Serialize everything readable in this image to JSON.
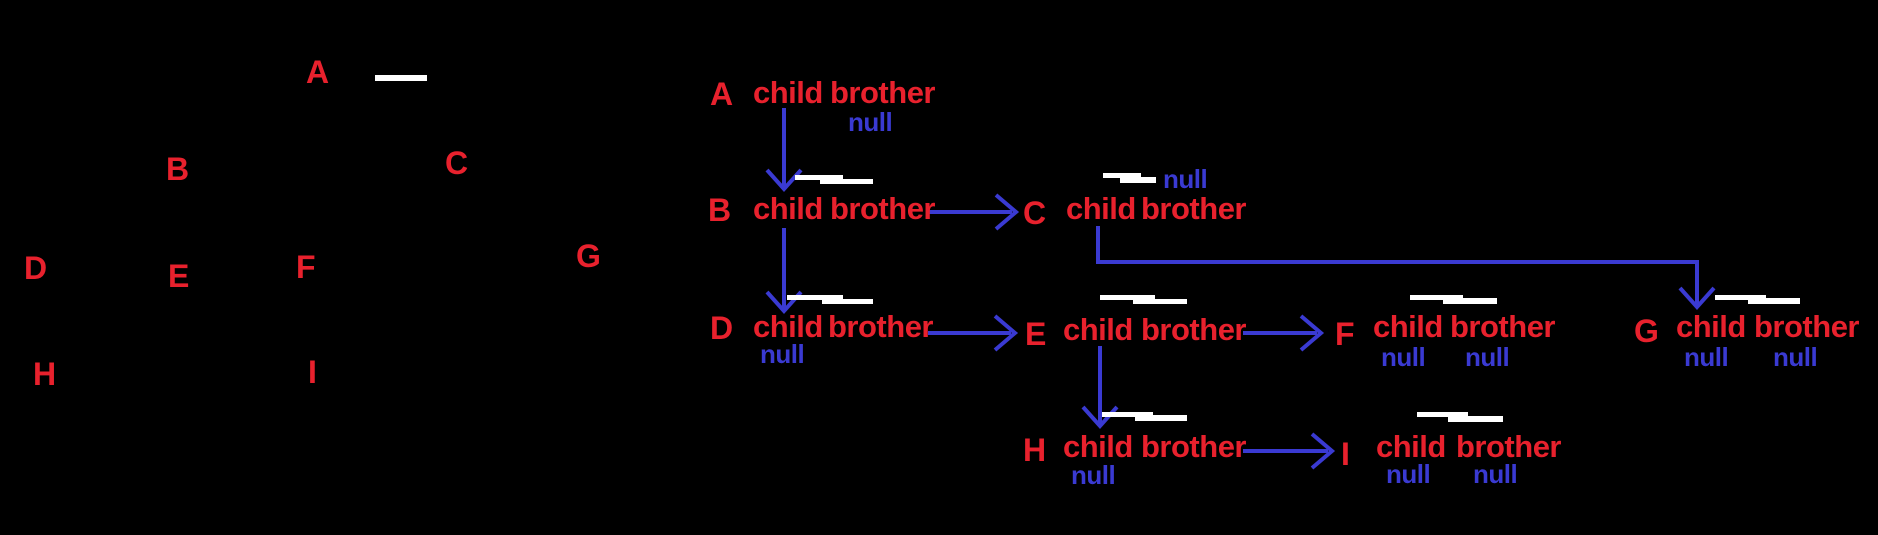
{
  "colors": {
    "red": "#e8212d",
    "blue": "#3a3ad2",
    "white": "#ffffff",
    "bg": "#000000"
  },
  "left_tree": {
    "labels": [
      {
        "id": "A",
        "text": "A"
      },
      {
        "id": "B",
        "text": "B"
      },
      {
        "id": "C",
        "text": "C"
      },
      {
        "id": "D",
        "text": "D"
      },
      {
        "id": "E",
        "text": "E"
      },
      {
        "id": "F",
        "text": "F"
      },
      {
        "id": "G",
        "text": "G"
      },
      {
        "id": "H",
        "text": "H"
      },
      {
        "id": "I",
        "text": "I"
      }
    ]
  },
  "right": {
    "nodes": {
      "A": {
        "label": "A",
        "child_label": "child",
        "brother_label": "brother",
        "brother_null": "null"
      },
      "B": {
        "label": "B",
        "child_label": "child",
        "brother_label": "brother"
      },
      "C": {
        "label": "C",
        "child_label": "child",
        "brother_label": "brother",
        "brother_null": "null"
      },
      "D": {
        "label": "D",
        "child_label": "child",
        "brother_label": "brother",
        "child_null": "null"
      },
      "E": {
        "label": "E",
        "child_label": "child",
        "brother_label": "brother"
      },
      "F": {
        "label": "F",
        "child_label": "child",
        "brother_label": "brother",
        "child_null": "null",
        "brother_null": "null"
      },
      "G": {
        "label": "G",
        "child_label": "child",
        "brother_label": "brother",
        "child_null": "null",
        "brother_null": "null"
      },
      "H": {
        "label": "H",
        "child_label": "child",
        "brother_label": "brother",
        "child_null": "null"
      },
      "I": {
        "label": "I",
        "child_label": "child",
        "brother_label": "brother",
        "child_null": "null",
        "brother_null": "null"
      }
    },
    "links": [
      {
        "from": "A",
        "pointer": "child",
        "to": "B"
      },
      {
        "from": "B",
        "pointer": "child",
        "to": "D"
      },
      {
        "from": "B",
        "pointer": "brother",
        "to": "C"
      },
      {
        "from": "C",
        "pointer": "child",
        "to": "G"
      },
      {
        "from": "D",
        "pointer": "brother",
        "to": "E"
      },
      {
        "from": "E",
        "pointer": "child",
        "to": "H"
      },
      {
        "from": "E",
        "pointer": "brother",
        "to": "F"
      },
      {
        "from": "H",
        "pointer": "brother",
        "to": "I"
      }
    ],
    "null_pointers": [
      "A.brother",
      "C.brother",
      "D.child",
      "F.child",
      "F.brother",
      "G.child",
      "G.brother",
      "H.child",
      "I.child",
      "I.brother"
    ]
  }
}
